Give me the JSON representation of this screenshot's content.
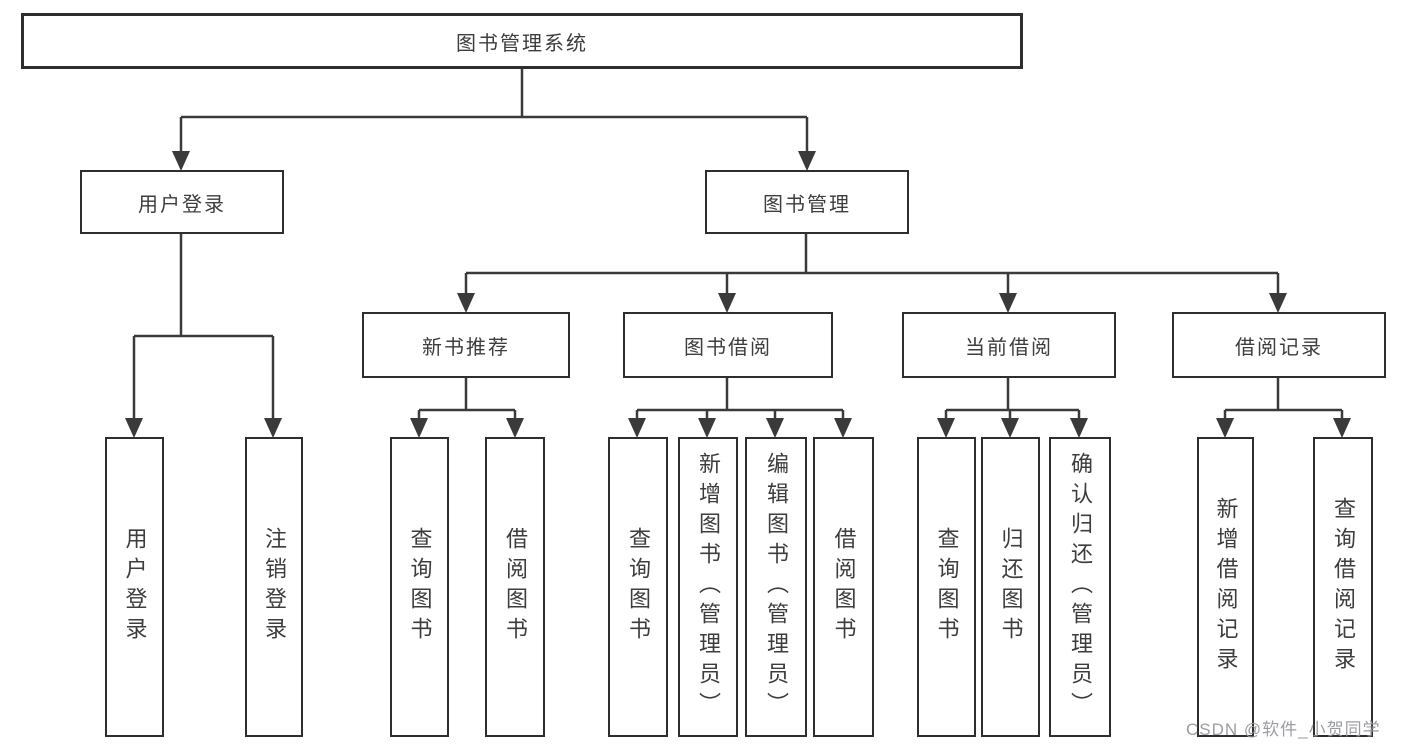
{
  "tree": {
    "label": "图书管理系统",
    "children": [
      {
        "label": "用户登录",
        "children": [
          {
            "label": "用户登录"
          },
          {
            "label": "注销登录"
          }
        ]
      },
      {
        "label": "图书管理",
        "children": [
          {
            "label": "新书推荐",
            "children": [
              {
                "label": "查询图书"
              },
              {
                "label": "借阅图书"
              }
            ]
          },
          {
            "label": "图书借阅",
            "children": [
              {
                "label": "查询图书"
              },
              {
                "label": "新增图书（管理员）"
              },
              {
                "label": "编辑图书（管理员）"
              },
              {
                "label": "借阅图书"
              }
            ]
          },
          {
            "label": "当前借阅",
            "children": [
              {
                "label": "查询图书"
              },
              {
                "label": "归还图书"
              },
              {
                "label": "确认归还（管理员）"
              }
            ]
          },
          {
            "label": "借阅记录",
            "children": [
              {
                "label": "新增借阅记录"
              },
              {
                "label": "查询借阅记录"
              }
            ]
          }
        ]
      }
    ]
  },
  "watermark": {
    "text": "CSDN @软件_小贺同学"
  },
  "colors": {
    "line": "#3a3a3a",
    "box_border": "#2e2e2e",
    "text": "#3d3d3d",
    "watermark": "#96989c",
    "background": "#ffffff"
  }
}
